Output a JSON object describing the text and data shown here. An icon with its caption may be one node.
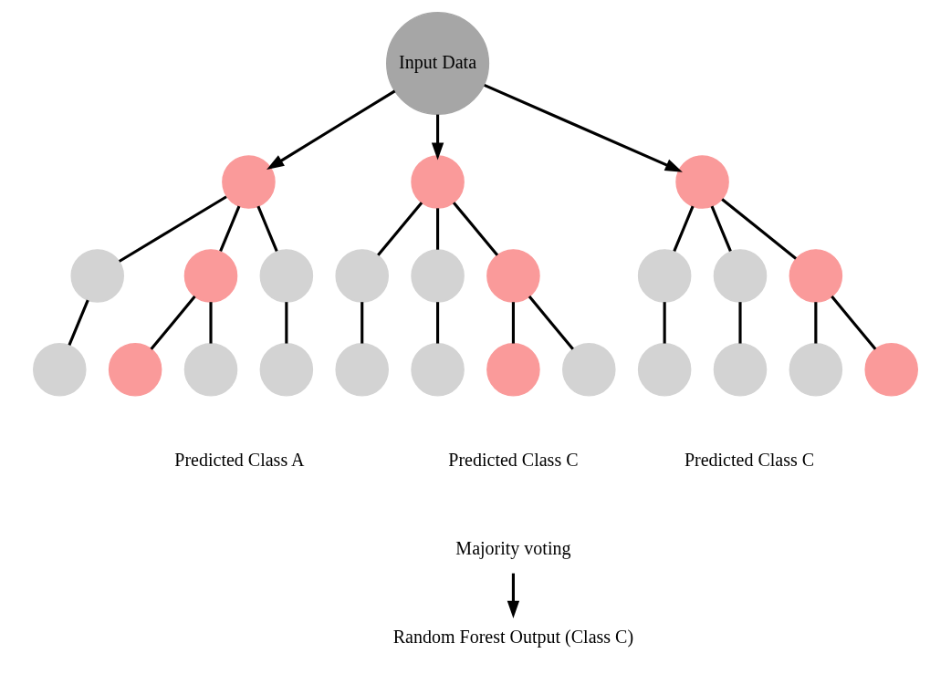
{
  "diagram": {
    "nodes": [
      {
        "text": [
          "Input Data"
        ]
      },
      {
        "text": [],
        "shape": "circle"
      },
      {
        "text": [],
        "shape": "circle"
      },
      {
        "text": [],
        "shape": "circle"
      },
      {
        "text": [],
        "shape": "circle"
      },
      {
        "text": [],
        "shape": "circle"
      },
      {
        "text": [],
        "shape": "circle"
      },
      {
        "text": [],
        "shape": "circle"
      },
      {
        "text": [],
        "shape": "circle"
      },
      {
        "text": [],
        "shape": "circle"
      },
      {
        "text": [],
        "shape": "circle"
      },
      {
        "text": [],
        "shape": "circle"
      },
      {
        "text": [],
        "shape": "circle"
      },
      {
        "text": [],
        "shape": "circle"
      },
      {
        "text": [],
        "shape": "circle"
      },
      {
        "text": [],
        "shape": "circle"
      },
      {
        "text": [],
        "shape": "circle"
      },
      {
        "text": [],
        "shape": "circle"
      },
      {
        "text": [],
        "shape": "circle"
      },
      {
        "text": [],
        "shape": "circle"
      },
      {
        "text": [],
        "shape": "circle"
      },
      {
        "text": [],
        "shape": "circle"
      },
      {
        "text": [],
        "shape": "circle"
      },
      {
        "text": [],
        "shape": "circle"
      },
      {
        "text": [],
        "shape": "circle"
      },
      {
        "text": [
          "Majority voting"
        ]
      },
      {
        "text": [
          "Random Forest Output (Class C)"
        ]
      }
    ],
    "edges": [
      {
        "from": 0,
        "to": 1,
        "arrow": "to"
      },
      {
        "from": 0,
        "to": 9,
        "arrow": "to"
      },
      {
        "from": 0,
        "to": 17,
        "arrow": "to"
      },
      {
        "from": 1,
        "to": 2,
        "arrow": "none"
      },
      {
        "from": 1,
        "to": 3,
        "arrow": "none"
      },
      {
        "from": 1,
        "to": 4,
        "arrow": "none"
      },
      {
        "from": 2,
        "to": 5,
        "arrow": "none"
      },
      {
        "from": 3,
        "to": 6,
        "arrow": "none"
      },
      {
        "from": 3,
        "to": 7,
        "arrow": "none"
      },
      {
        "from": 4,
        "to": 8,
        "arrow": "none"
      },
      {
        "from": 9,
        "to": 10,
        "arrow": "none"
      },
      {
        "from": 9,
        "to": 11,
        "arrow": "none"
      },
      {
        "from": 9,
        "to": 12,
        "arrow": "none"
      },
      {
        "from": 10,
        "to": 13,
        "arrow": "none"
      },
      {
        "from": 11,
        "to": 14,
        "arrow": "none"
      },
      {
        "from": 12,
        "to": 15,
        "arrow": "none"
      },
      {
        "from": 12,
        "to": 16,
        "arrow": "none"
      },
      {
        "from": 17,
        "to": 18,
        "arrow": "none"
      },
      {
        "from": 17,
        "to": 19,
        "arrow": "none"
      },
      {
        "from": 17,
        "to": 20,
        "arrow": "none"
      },
      {
        "from": 18,
        "to": 21,
        "arrow": "none"
      },
      {
        "from": 19,
        "to": 22,
        "arrow": "none"
      },
      {
        "from": 20,
        "to": 23,
        "arrow": "none"
      },
      {
        "from": 20,
        "to": 24,
        "arrow": "none"
      },
      {
        "from": 25,
        "to": 26,
        "arrow": "to"
      }
    ],
    "labels": [
      "Predicted Class A",
      "Predicted Class C",
      "Predicted Class C"
    ]
  }
}
